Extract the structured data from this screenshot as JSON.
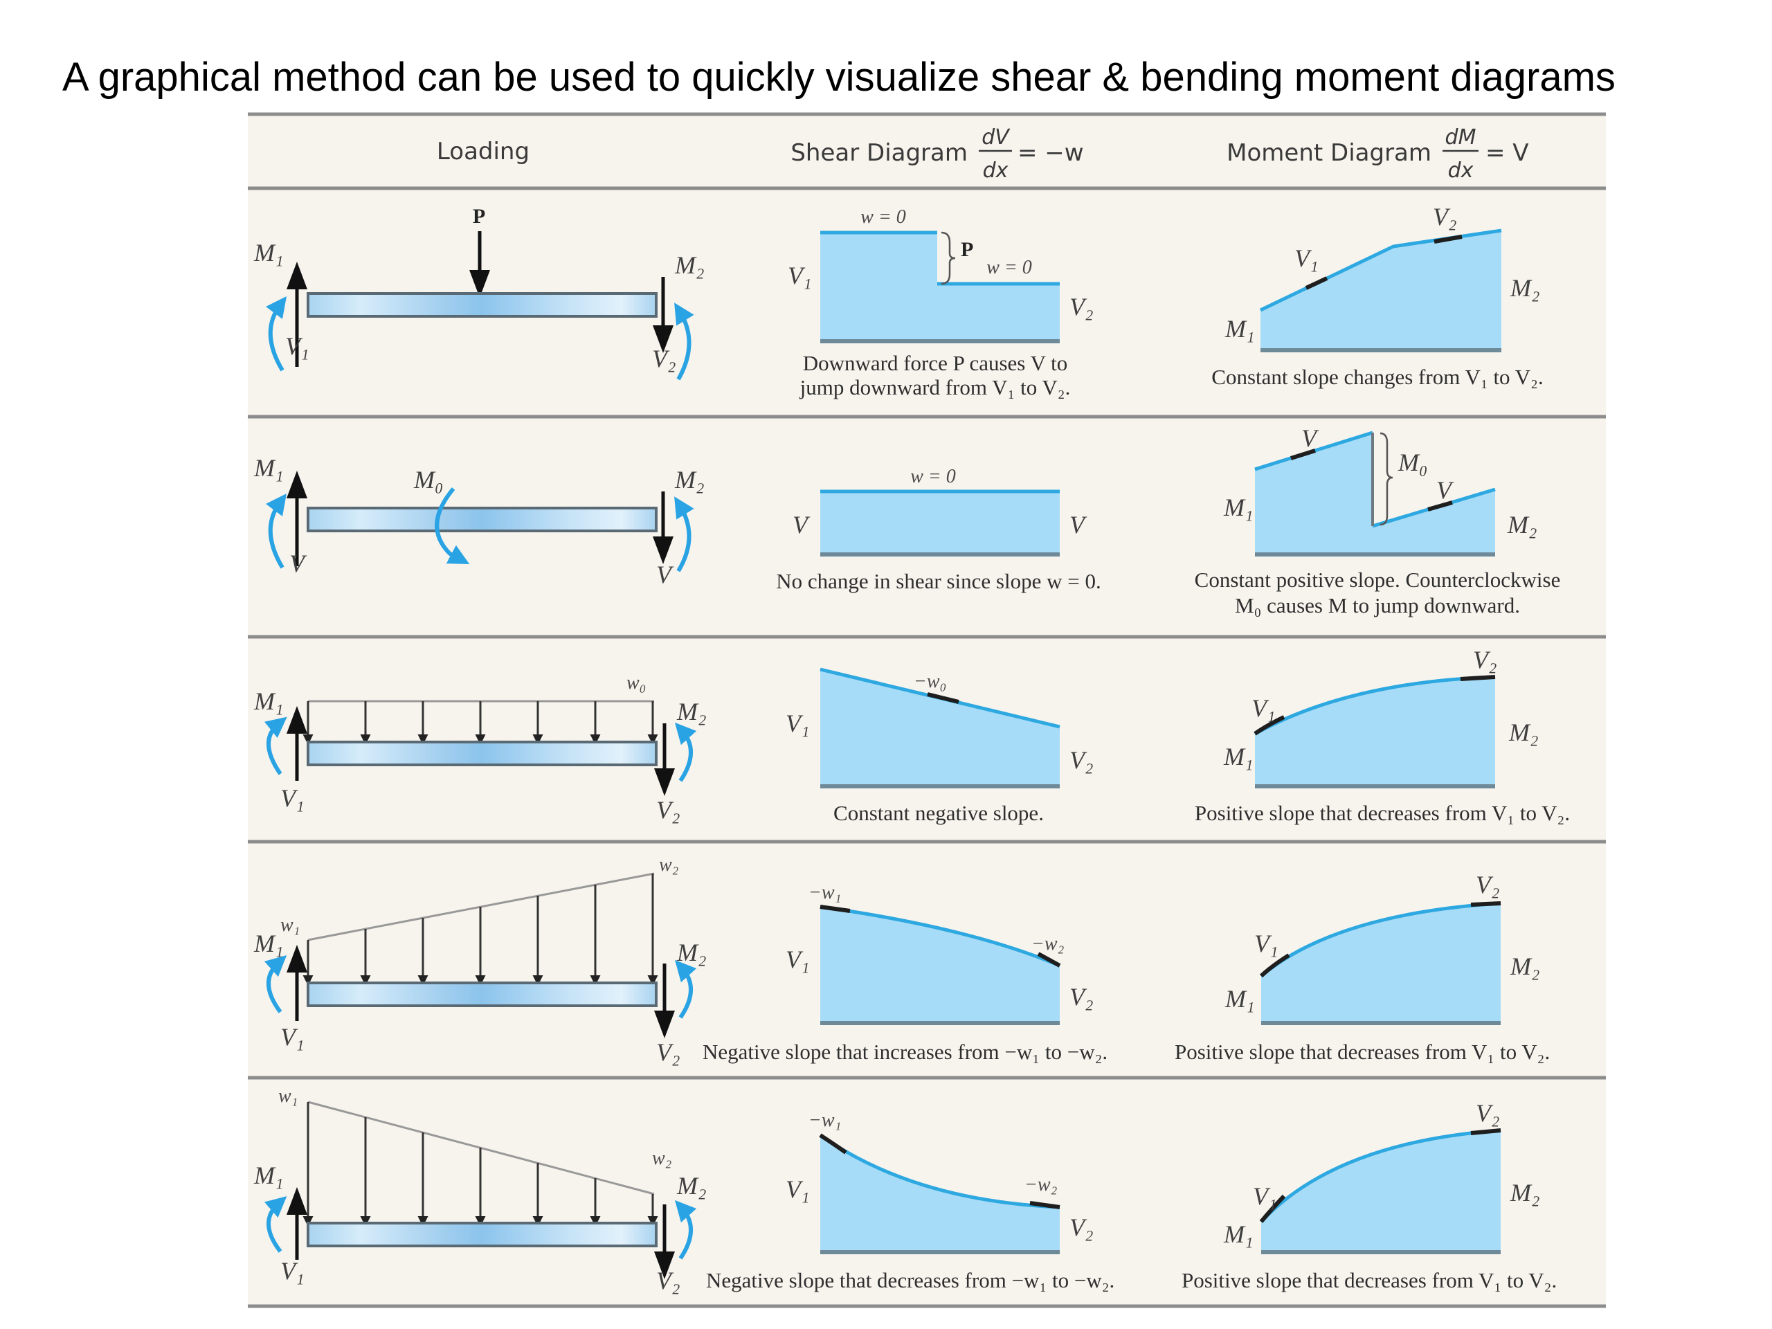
{
  "title": "A graphical method can be used to quickly visualize shear & bending moment diagrams",
  "colors": {
    "background": "#ffffff",
    "table_background": "#f7f4ee",
    "diagram_fill": "#a6dcf7",
    "diagram_edge": "#2ea8e0",
    "moment_arrow": "#29a3e3",
    "rule": "#8c8c8c"
  },
  "header": {
    "loading": "Loading",
    "shear": {
      "label": "Shear Diagram",
      "num": "dV",
      "den": "dx",
      "rhs": "= −w"
    },
    "moment": {
      "label": "Moment Diagram",
      "num": "dM",
      "den": "dx",
      "rhs": "= V"
    }
  },
  "rows": [
    {
      "loading": {
        "type": "point-load",
        "load_label": "P",
        "left_moment": "M₁",
        "left_shear": "V₁",
        "right_moment": "M₂",
        "right_shear": "V₂"
      },
      "shear": {
        "labels": {
          "w_left": "w = 0",
          "jump": "P",
          "w_right": "w = 0",
          "left": "V₁",
          "right": "V₂"
        },
        "caption": [
          "Downward force P causes V to",
          "jump downward from V₁ to V₂."
        ]
      },
      "moment": {
        "labels": {
          "slope1": "V₁",
          "slope2": "V₂",
          "left": "M₁",
          "right": "M₂"
        },
        "caption": [
          "Constant slope changes from V₁ to V₂."
        ]
      }
    },
    {
      "loading": {
        "type": "couple-moment",
        "load_label": "M₀",
        "left_moment": "M₁",
        "left_shear": "V",
        "right_moment": "M₂",
        "right_shear": "V"
      },
      "shear": {
        "labels": {
          "w": "w = 0",
          "left": "V",
          "right": "V"
        },
        "caption": [
          "No change in shear since slope w = 0."
        ]
      },
      "moment": {
        "labels": {
          "slope1": "V",
          "jump": "M₀",
          "slope2": "V",
          "left": "M₁",
          "right": "M₂"
        },
        "caption": [
          "Constant positive slope. Counterclockwise",
          "M₀ causes M to jump downward."
        ]
      }
    },
    {
      "loading": {
        "type": "uniform-load",
        "load_label": "w₀",
        "left_moment": "M₁",
        "left_shear": "V₁",
        "right_moment": "M₂",
        "right_shear": "V₂"
      },
      "shear": {
        "labels": {
          "slope": "−w₀",
          "left": "V₁",
          "right": "V₂"
        },
        "caption": [
          "Constant negative slope."
        ]
      },
      "moment": {
        "labels": {
          "slope1": "V₁",
          "slope2": "V₂",
          "left": "M₁",
          "right": "M₂"
        },
        "caption": [
          "Positive slope that decreases from V₁ to V₂."
        ]
      }
    },
    {
      "loading": {
        "type": "increasing-linear-load",
        "load_left": "w₁",
        "load_right": "w₂",
        "left_moment": "M₁",
        "left_shear": "V₁",
        "right_moment": "M₂",
        "right_shear": "V₂"
      },
      "shear": {
        "labels": {
          "slope1": "−w₁",
          "slope2": "−w₂",
          "left": "V₁",
          "right": "V₂"
        },
        "caption": [
          "Negative slope that increases from −w₁ to −w₂."
        ]
      },
      "moment": {
        "labels": {
          "slope1": "V₁",
          "slope2": "V₂",
          "left": "M₁",
          "right": "M₂"
        },
        "caption": [
          "Positive slope that decreases from V₁ to V₂."
        ]
      }
    },
    {
      "loading": {
        "type": "decreasing-linear-load",
        "load_left": "w₁",
        "load_right": "w₂",
        "left_moment": "M₁",
        "left_shear": "V₁",
        "right_moment": "M₂",
        "right_shear": "V₂"
      },
      "shear": {
        "labels": {
          "slope1": "−w₁",
          "slope2": "−w₂",
          "left": "V₁",
          "right": "V₂"
        },
        "caption": [
          "Negative slope that decreases from −w₁ to −w₂."
        ]
      },
      "moment": {
        "labels": {
          "slope1": "V₁",
          "slope2": "V₂",
          "left": "M₁",
          "right": "M₂"
        },
        "caption": [
          "Positive slope that decreases from V₁ to V₂."
        ]
      }
    }
  ]
}
